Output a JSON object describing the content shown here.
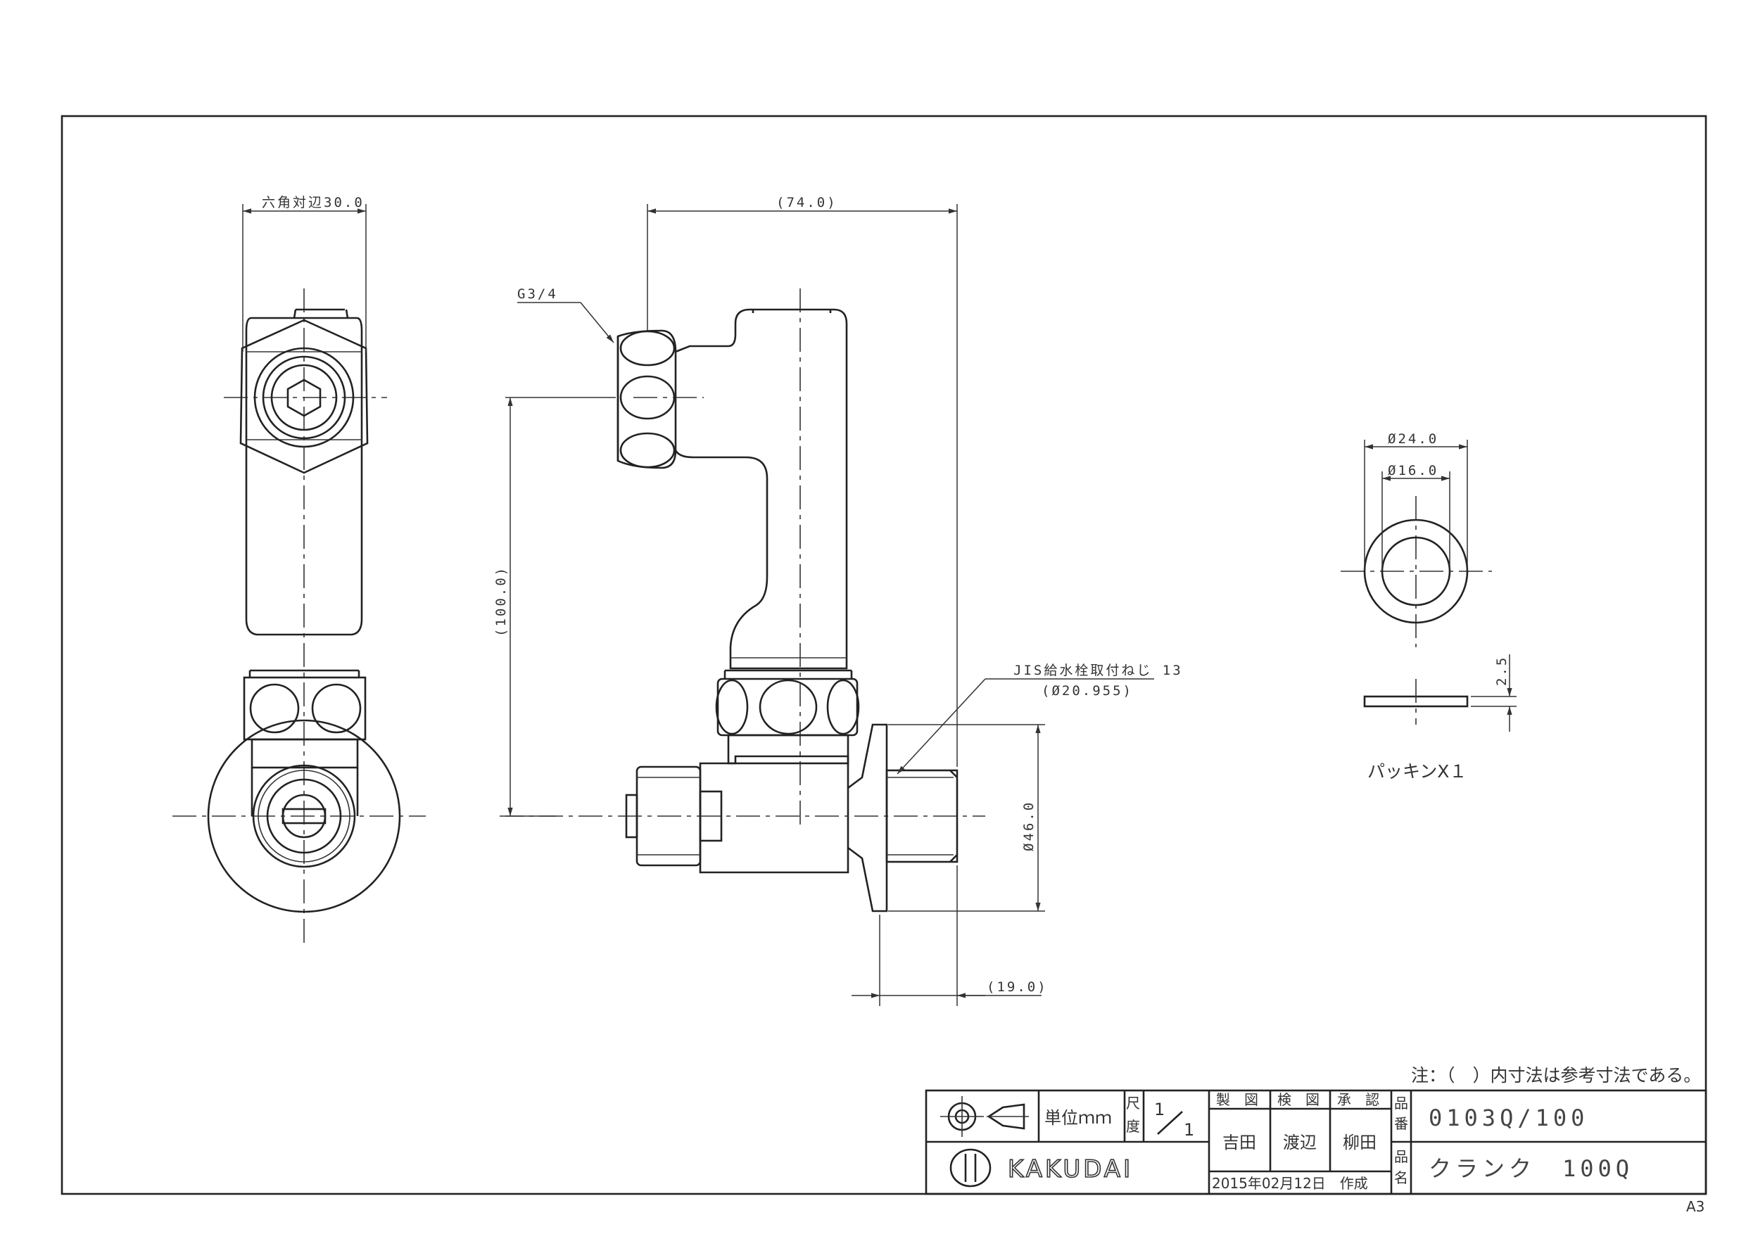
{
  "dimensions": {
    "hex_across": "六角対辺30.0",
    "length_74": "(74.0)",
    "thread_g": "G3/4",
    "height_100": "(100.0)",
    "jis_thread": "JIS給水栓取付ねじ 13",
    "jis_dia": "(Ø20.955)",
    "dia_46": "Ø46.0",
    "length_19": "(19.0)",
    "packing_od": "Ø24.0",
    "packing_id": "Ø16.0",
    "packing_t": "2.5",
    "packing_label": "パッキンX１"
  },
  "note": "注：（　）内寸法は参考寸法である。",
  "title_block": {
    "unit": "単位ｍｍ",
    "scale_label_1": "尺",
    "scale_label_2": "度",
    "scale_num": "1",
    "scale_den": "1",
    "made_by_label": "製　図",
    "checked_by_label": "検　図",
    "approved_by_label": "承　認",
    "made_by": "吉田",
    "checked_by": "渡辺",
    "approved_by": "柳田",
    "date": "2015年02月12日　作成",
    "part_no_label_1": "品",
    "part_no_label_2": "番",
    "part_no": "0103Q/100",
    "name_label_1": "品",
    "name_label_2": "名",
    "name": "クランク　100Q",
    "logo": "KAKUDAI"
  },
  "sheet_size": "A3"
}
